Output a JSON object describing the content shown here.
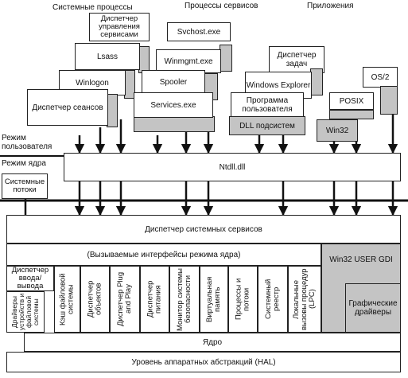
{
  "headers": {
    "system_processes": "Системные процессы",
    "service_processes": "Процессы сервисов",
    "applications": "Приложения"
  },
  "system_processes": {
    "scm": "Диспетчер управления сервисами",
    "lsass": "Lsass",
    "winlogon": "Winlogon",
    "smss": "Диспетчер сеансов"
  },
  "service_processes": {
    "svchost": "Svchost.exe",
    "winmgmt": "Winmgmt.exe",
    "spooler": "Spooler",
    "services": "Services.exe"
  },
  "applications": {
    "taskmgr": "Диспетчер задач",
    "explorer": "Windows Explorer",
    "user_app": "Программа пользователя",
    "dll": "DLL подсистем",
    "os2": "OS/2",
    "posix": "POSIX",
    "win32": "Win32"
  },
  "mode": {
    "user": "Режим пользователя",
    "kernel": "Режим ядра"
  },
  "system_threads": "Системные потоки",
  "ntdll": "Ntdll.dll",
  "service_dispatcher": "Диспетчер системных сервисов",
  "callable_interfaces": "(Вызываемые интерфейсы режима ядра)",
  "io_manager": "Диспетчер ввода/вывода",
  "device_drivers": "Драйверы устройств и файловой системы",
  "kernel_components": [
    "Кэш файловой системы",
    "Диспетчер объектов",
    "Диспетчер Plug and Play",
    "Диспетчер питания",
    "Монитор системы безопасности",
    "Виртуальная память",
    "Процессы и потоки",
    "Системный реестр",
    "Локальные вызовы процедур (LPC)"
  ],
  "win32_user_gdi": "Win32 USER GDI",
  "graphics_drivers": "Графические драйверы",
  "kernel": "Ядро",
  "hal": "Уровень аппаратных абстракций (HAL)"
}
